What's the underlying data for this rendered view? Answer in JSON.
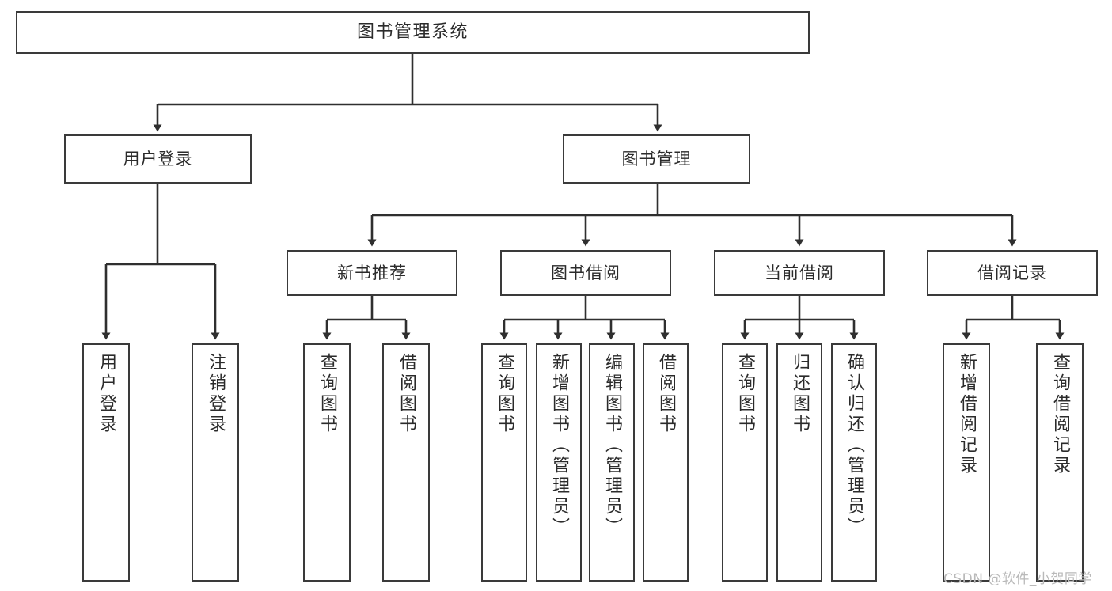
{
  "diagram": {
    "title": "图书管理系统",
    "type": "tree-hierarchy-chart",
    "colors": {
      "box_border": "#3a3a3a",
      "box_fill": "#ffffff",
      "connector": "#2f2f2f",
      "text": "#2b2b2b",
      "watermark": "#b9b9b9",
      "background": "#ffffff"
    },
    "root": {
      "label": "图书管理系统"
    },
    "level2": [
      {
        "label": "用户登录"
      },
      {
        "label": "图书管理"
      }
    ],
    "level3": [
      {
        "label": "新书推荐"
      },
      {
        "label": "图书借阅"
      },
      {
        "label": "当前借阅"
      },
      {
        "label": "借阅记录"
      }
    ],
    "leaves": {
      "user_login": [
        {
          "label": "用户登录"
        },
        {
          "label": "注销登录"
        }
      ],
      "new_book_recommend": [
        {
          "label": "查询图书"
        },
        {
          "label": "借阅图书"
        }
      ],
      "book_borrow": [
        {
          "label": "查询图书"
        },
        {
          "label": "新增图书（管理员）"
        },
        {
          "label": "编辑图书（管理员）"
        },
        {
          "label": "借阅图书"
        }
      ],
      "current_borrow": [
        {
          "label": "查询图书"
        },
        {
          "label": "归还图书"
        },
        {
          "label": "确认归还（管理员）"
        }
      ],
      "borrow_record": [
        {
          "label": "新增借阅记录"
        },
        {
          "label": "查询借阅记录"
        }
      ]
    }
  },
  "watermark": {
    "text": "CSDN @软件_小贺同学"
  }
}
